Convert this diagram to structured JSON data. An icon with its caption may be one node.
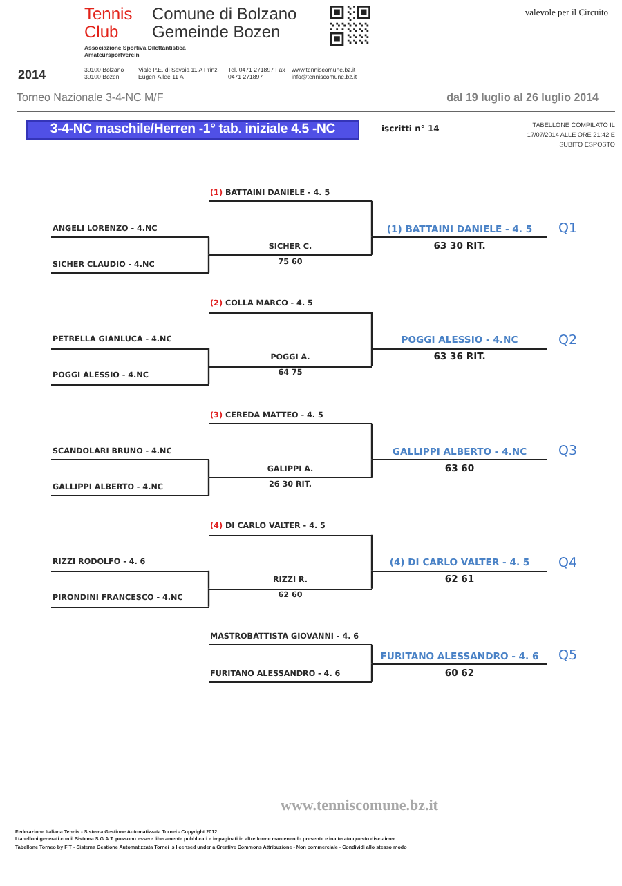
{
  "diagram": {
    "title": "3-4-NC maschile/Herren -1° tab. iniziale 4.5 -NC",
    "nodes": [
      {
        "text": [
          "(1)",
          "BATTAINI DANIELE - 4. 5"
        ]
      },
      {
        "text": [
          "ANGELI LORENZO - 4.NC"
        ]
      },
      {
        "text": [
          "(1) BATTAINI DANIELE - 4. 5"
        ],
        "beside": [
          "63 30 RIT.",
          "Q1"
        ]
      },
      {
        "text": [
          "SICHER C."
        ],
        "beside": [
          "75 60"
        ]
      },
      {
        "text": [
          "SICHER CLAUDIO - 4.NC"
        ]
      },
      {
        "text": [
          "(2)",
          "COLLA MARCO - 4. 5"
        ]
      },
      {
        "text": [
          "PETRELLA GIANLUCA - 4.NC"
        ]
      },
      {
        "text": [
          "POGGI ALESSIO - 4.NC"
        ],
        "beside": [
          "63 36 RIT.",
          "Q2"
        ]
      },
      {
        "text": [
          "POGGI A."
        ],
        "beside": [
          "64 75"
        ]
      },
      {
        "text": [
          "POGGI ALESSIO - 4.NC"
        ]
      },
      {
        "text": [
          "(3)",
          "CEREDA MATTEO - 4. 5"
        ]
      },
      {
        "text": [
          "SCANDOLARI BRUNO - 4.NC"
        ]
      },
      {
        "text": [
          "GALLIPPI ALBERTO - 4.NC"
        ],
        "beside": [
          "63 60",
          "Q3"
        ]
      },
      {
        "text": [
          "GALIPPI A."
        ],
        "beside": [
          "26 30 RIT."
        ]
      },
      {
        "text": [
          "GALLIPPI ALBERTO - 4.NC"
        ]
      },
      {
        "text": [
          "(4)",
          "DI CARLO VALTER - 4. 5"
        ]
      },
      {
        "text": [
          "RIZZI RODOLFO - 4. 6"
        ]
      },
      {
        "text": [
          "(4) DI CARLO VALTER - 4. 5"
        ],
        "beside": [
          "62 61",
          "Q4"
        ]
      },
      {
        "text": [
          "RIZZI R."
        ],
        "beside": [
          "62 60"
        ]
      },
      {
        "text": [
          "PIRONDINI FRANCESCO - 4.NC"
        ]
      },
      {
        "text": [
          "MASTROBATTISTA GIOVANNI - 4. 6"
        ]
      },
      {
        "text": [
          "FURITANO ALESSANDRO - 4. 6"
        ],
        "beside": [
          "60 62",
          "Q5"
        ]
      },
      {
        "text": [
          "FURITANO ALESSANDRO - 4. 6"
        ]
      }
    ],
    "edges": [
      {
        "from": 1,
        "to": 3,
        "arrow": "none"
      },
      {
        "from": 4,
        "to": 3,
        "arrow": "none"
      },
      {
        "from": 0,
        "to": 2,
        "arrow": "none"
      },
      {
        "from": 3,
        "to": 2,
        "arrow": "none"
      },
      {
        "from": 6,
        "to": 8,
        "arrow": "none"
      },
      {
        "from": 9,
        "to": 8,
        "arrow": "none"
      },
      {
        "from": 5,
        "to": 7,
        "arrow": "none"
      },
      {
        "from": 8,
        "to": 7,
        "arrow": "none"
      },
      {
        "from": 11,
        "to": 13,
        "arrow": "none"
      },
      {
        "from": 14,
        "to": 13,
        "arrow": "none"
      },
      {
        "from": 10,
        "to": 12,
        "arrow": "none"
      },
      {
        "from": 13,
        "to": 12,
        "arrow": "none"
      },
      {
        "from": 16,
        "to": 18,
        "arrow": "none"
      },
      {
        "from": 19,
        "to": 18,
        "arrow": "none"
      },
      {
        "from": 15,
        "to": 17,
        "arrow": "none"
      },
      {
        "from": 18,
        "to": 17,
        "arrow": "none"
      },
      {
        "from": 20,
        "to": 21,
        "arrow": "none"
      },
      {
        "from": 22,
        "to": 21,
        "arrow": "none"
      }
    ],
    "labels": [
      "Tennis Club",
      "Comune di Bolzano Gemeinde Bozen",
      "valevole per il Circuito",
      "Associazione Sportiva Dilettantistica Amateursportverein",
      "2014",
      "39100 Bolzano 39100 Bozen",
      "Viale P.E. di Savoia 11 A Prinz-Eugen-Allee 11 A",
      "Tel. 0471 271897 Fax 0471 271897",
      "www.tenniscomune.bz.it info@tenniscomune.bz.it",
      "Torneo Nazionale 3-4-NC M/F",
      "dal 19 luglio al 26 luglio 2014",
      "iscritti n° 14",
      "TABELLONE COMPILATO IL 17/07/2014 ALLE ORE 21:42 E SUBITO ESPOSTO",
      "www.tenniscomune.bz.it",
      "Federazione Italiana Tennis - Sistema Gestione Automatizzata Tornei - Copyright 2012",
      "I tabelloni generati con il Sistema S.G.A.T. possono essere liberamente pubblicati e impaginati in altre forme mantenendo presente e inalterato questo disclaimer.",
      "Tabellone Torneo by FIT - Sistema Gestione Automatizzata Tornei is licensed under a Creative Commons Attribuzione - Non commerciale - Condividi allo stesso modo"
    ]
  }
}
